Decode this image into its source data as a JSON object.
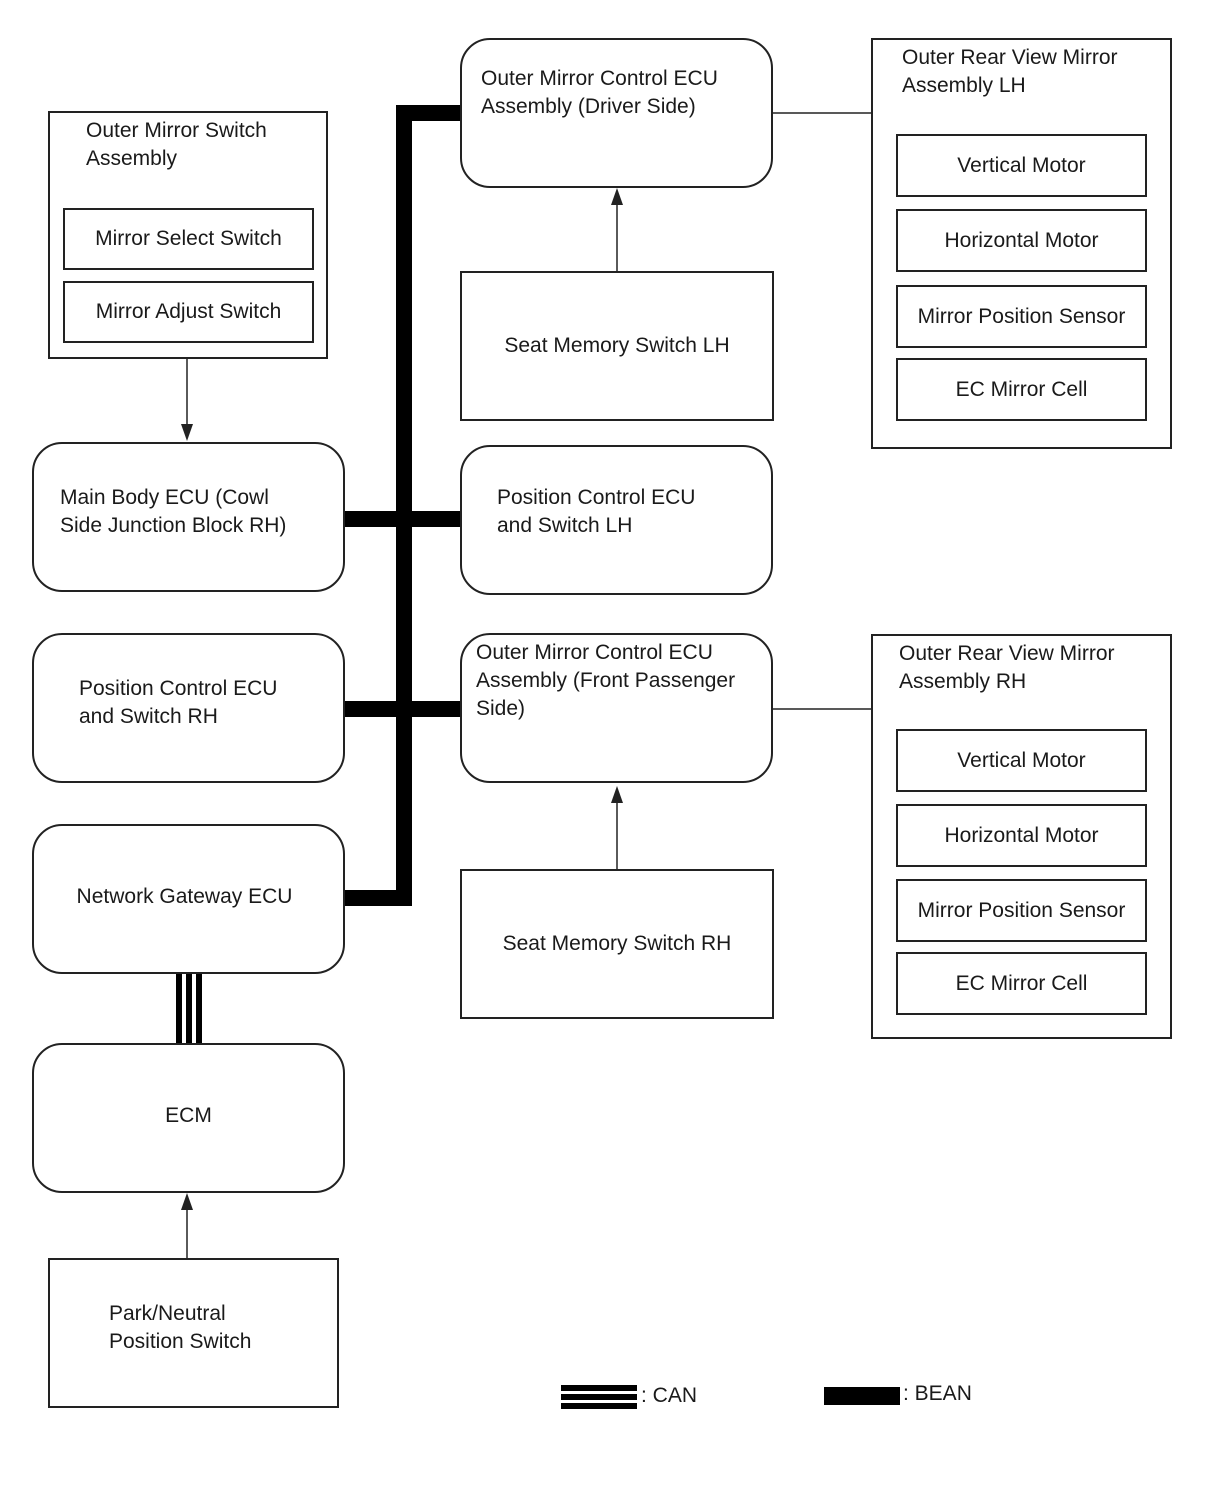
{
  "switch_assy": {
    "title": "Outer Mirror Switch\nAssembly",
    "items": [
      "Mirror Select Switch",
      "Mirror Adjust Switch"
    ]
  },
  "main_body_ecu": "Main Body ECU (Cowl\nSide Junction Block RH)",
  "pos_ecu_rh": "Position Control ECU\nand Switch RH",
  "gateway_ecu": "Network Gateway ECU",
  "ecm": "ECM",
  "pn_switch": "Park/Neutral\nPosition Switch",
  "mirror_ecu_driver": "Outer Mirror Control ECU\nAssembly (Driver Side)",
  "seat_mem_lh": "Seat Memory Switch LH",
  "pos_ecu_lh": "Position Control ECU\nand Switch LH",
  "mirror_ecu_passenger": "Outer Mirror Control ECU\nAssembly (Front Passenger\nSide)",
  "seat_mem_rh": "Seat Memory Switch RH",
  "mirror_lh": {
    "title": "Outer Rear View Mirror\nAssembly LH",
    "items": [
      "Vertical Motor",
      "Horizontal Motor",
      "Mirror Position Sensor",
      "EC Mirror Cell"
    ]
  },
  "mirror_rh": {
    "title": "Outer Rear View Mirror\nAssembly RH",
    "items": [
      "Vertical Motor",
      "Horizontal Motor",
      "Mirror Position Sensor",
      "EC Mirror Cell"
    ]
  },
  "legend": {
    "can": ": CAN",
    "bean": ": BEAN"
  }
}
